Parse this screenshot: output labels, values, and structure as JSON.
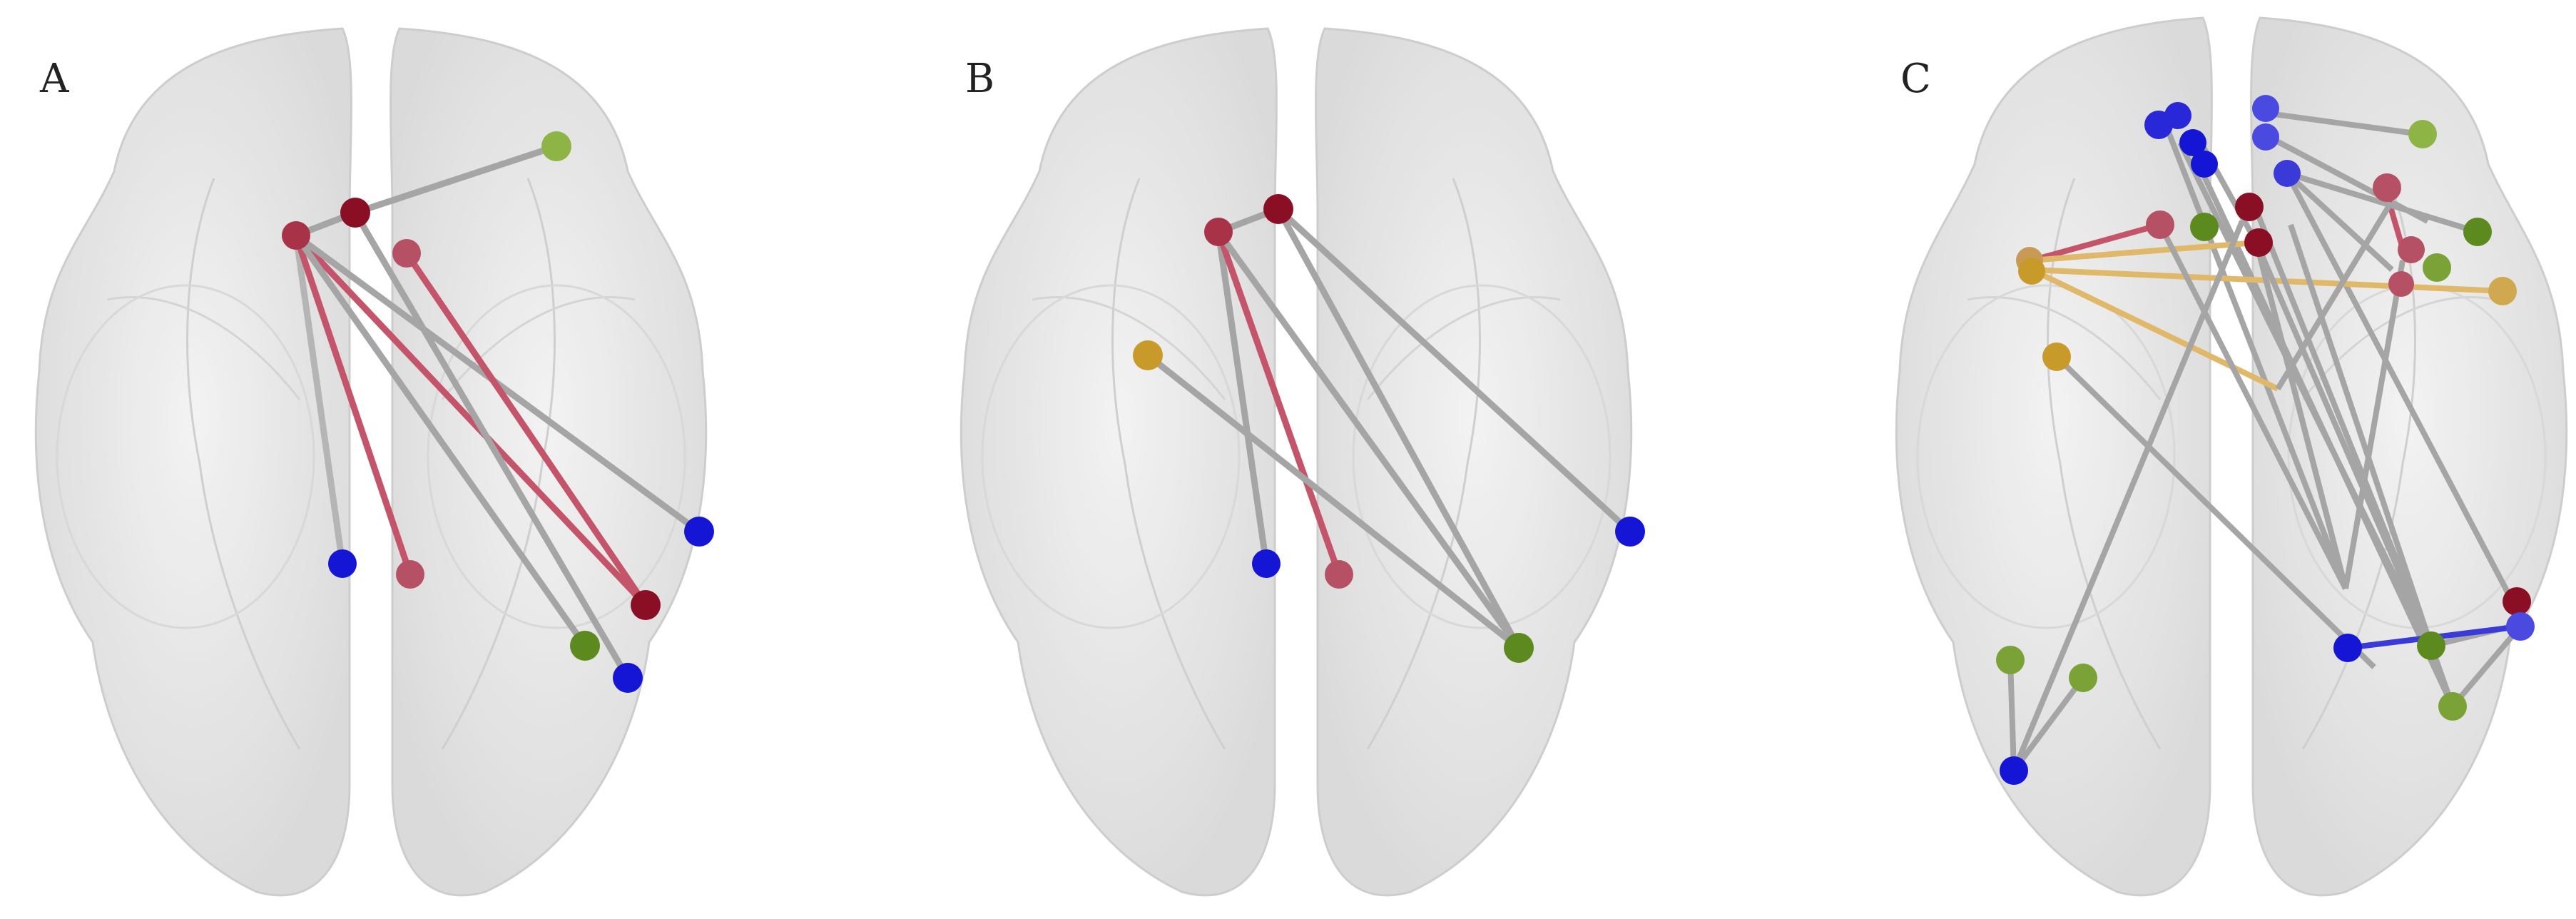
{
  "panels": [
    {
      "label": "A",
      "nodes": [
        {
          "id": "a1",
          "color": "#a83248"
        },
        {
          "id": "a2",
          "color": "#8a0f24"
        },
        {
          "id": "a3",
          "color": "#b65165"
        },
        {
          "id": "a4",
          "color": "#8db444"
        },
        {
          "id": "a5",
          "color": "#1515d6"
        },
        {
          "id": "a6",
          "color": "#b65165"
        },
        {
          "id": "a7",
          "color": "#8a0f24"
        },
        {
          "id": "a8",
          "color": "#5c8a1e"
        },
        {
          "id": "a9",
          "color": "#1515d6"
        },
        {
          "id": "a10",
          "color": "#1515d6"
        }
      ],
      "edges": [
        {
          "color": "#a5a5a5"
        },
        {
          "color": "#a5a5a5"
        },
        {
          "color": "#c4546a"
        },
        {
          "color": "#c4546a"
        },
        {
          "color": "#a5a5a5"
        },
        {
          "color": "#a5a5a5"
        },
        {
          "color": "#c4546a"
        },
        {
          "color": "#a5a5a5"
        },
        {
          "color": "#b5b5b5"
        }
      ]
    },
    {
      "label": "B",
      "nodes": [
        {
          "id": "b1",
          "color": "#a83248"
        },
        {
          "id": "b2",
          "color": "#8a0f24"
        },
        {
          "id": "b3",
          "color": "#c89a2a"
        },
        {
          "id": "b4",
          "color": "#1515d6"
        },
        {
          "id": "b5",
          "color": "#b65165"
        },
        {
          "id": "b6",
          "color": "#1515d6"
        },
        {
          "id": "b7",
          "color": "#5c8a1e"
        }
      ],
      "edges": [
        {
          "color": "#a5a5a5"
        },
        {
          "color": "#c4546a"
        },
        {
          "color": "#a5a5a5"
        },
        {
          "color": "#a5a5a5"
        },
        {
          "color": "#a5a5a5"
        },
        {
          "color": "#a5a5a5"
        },
        {
          "color": "#a5a5a5"
        }
      ]
    },
    {
      "label": "C",
      "nodes": [
        {
          "id": "c1",
          "color": "#2828d8"
        },
        {
          "id": "c2",
          "color": "#2828d8"
        },
        {
          "id": "c3",
          "color": "#1515d6"
        },
        {
          "id": "c4",
          "color": "#1515d6"
        },
        {
          "id": "c5",
          "color": "#4a4ae0"
        },
        {
          "id": "c6",
          "color": "#4a4ae0"
        },
        {
          "id": "c7",
          "color": "#3a3ad8"
        },
        {
          "id": "c8",
          "color": "#8db444"
        },
        {
          "id": "c9",
          "color": "#b65165"
        },
        {
          "id": "c10",
          "color": "#5c8a1e"
        },
        {
          "id": "c11",
          "color": "#b65165"
        },
        {
          "id": "c12",
          "color": "#7aa236"
        },
        {
          "id": "c13",
          "color": "#b65165"
        },
        {
          "id": "c14",
          "color": "#5c8a1e"
        },
        {
          "id": "c15",
          "color": "#8a0f24"
        },
        {
          "id": "c16",
          "color": "#8a0f24"
        },
        {
          "id": "c17",
          "color": "#c89a55"
        },
        {
          "id": "c18",
          "color": "#c89a2a"
        },
        {
          "id": "c19",
          "color": "#c89a2a"
        },
        {
          "id": "c20",
          "color": "#d0a850"
        },
        {
          "id": "c21",
          "color": "#b65165"
        },
        {
          "id": "c22",
          "color": "#8a0f24"
        },
        {
          "id": "c23",
          "color": "#1515d6"
        },
        {
          "id": "c24",
          "color": "#5c8a1e"
        },
        {
          "id": "c25",
          "color": "#4a4ae0"
        },
        {
          "id": "c26",
          "color": "#7aa236"
        },
        {
          "id": "c27",
          "color": "#7aa236"
        },
        {
          "id": "c28",
          "color": "#7aa236"
        },
        {
          "id": "c29",
          "color": "#1515d6"
        }
      ],
      "edges": [
        {
          "color": "#a5a5a5"
        },
        {
          "color": "#a5a5a5"
        },
        {
          "color": "#a5a5a5"
        },
        {
          "color": "#a5a5a5"
        },
        {
          "color": "#a5a5a5"
        },
        {
          "color": "#a5a5a5"
        },
        {
          "color": "#c4546a"
        },
        {
          "color": "#a5a5a5"
        },
        {
          "color": "#c4546a"
        },
        {
          "color": "#e0b86a"
        },
        {
          "color": "#e0b86a"
        },
        {
          "color": "#e0b86a"
        },
        {
          "color": "#a5a5a5"
        },
        {
          "color": "#a5a5a5"
        },
        {
          "color": "#a5a5a5"
        },
        {
          "color": "#a5a5a5"
        },
        {
          "color": "#a5a5a5"
        },
        {
          "color": "#a5a5a5"
        },
        {
          "color": "#a5a5a5"
        },
        {
          "color": "#a5a5a5"
        },
        {
          "color": "#a5a5a5"
        },
        {
          "color": "#a5a5a5"
        },
        {
          "color": "#3a3ad8"
        },
        {
          "color": "#a5a5a5"
        },
        {
          "color": "#a5a5a5"
        },
        {
          "color": "#a5a5a5"
        },
        {
          "color": "#a5a5a5"
        },
        {
          "color": "#a5a5a5"
        },
        {
          "color": "#a5a5a5"
        },
        {
          "color": "#a5a5a5"
        }
      ]
    }
  ]
}
